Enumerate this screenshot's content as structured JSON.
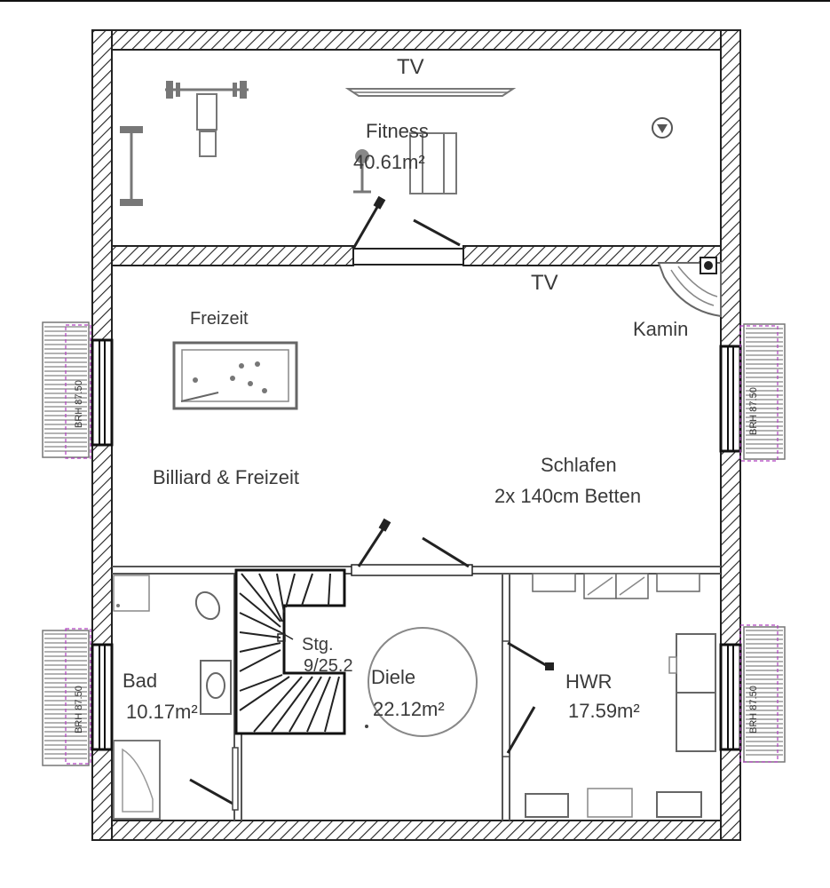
{
  "rooms": {
    "fitness": {
      "name": "Fitness",
      "area": "40.61m²"
    },
    "freizeit": {
      "name": "Freizeit"
    },
    "billiard": {
      "name": "Billiard & Freizeit"
    },
    "schlafen": {
      "name": "Schlafen",
      "detail": "2x 140cm Betten"
    },
    "kamin": {
      "name": "Kamin"
    },
    "bad": {
      "name": "Bad",
      "area": "10.17m²"
    },
    "stairs": {
      "name": "Stg.",
      "detail": "9/25.2"
    },
    "diele": {
      "name": "Diele",
      "area": "22.12m²"
    },
    "hwr": {
      "name": "HWR",
      "area": "17.59m²"
    }
  },
  "labels": {
    "tv_fitness": "TV",
    "tv_main": "TV",
    "window_left_top": "BRH 87.50",
    "window_left_bottom": "BRH 87.50",
    "window_right_top": "BRH 87.50",
    "window_right_bottom": "BRH 87.50"
  },
  "colors": {
    "wall_hatch": "#222222",
    "text": "#3a3a3a",
    "furniture": "#777777",
    "balcony_magenta": "#b040c0"
  }
}
